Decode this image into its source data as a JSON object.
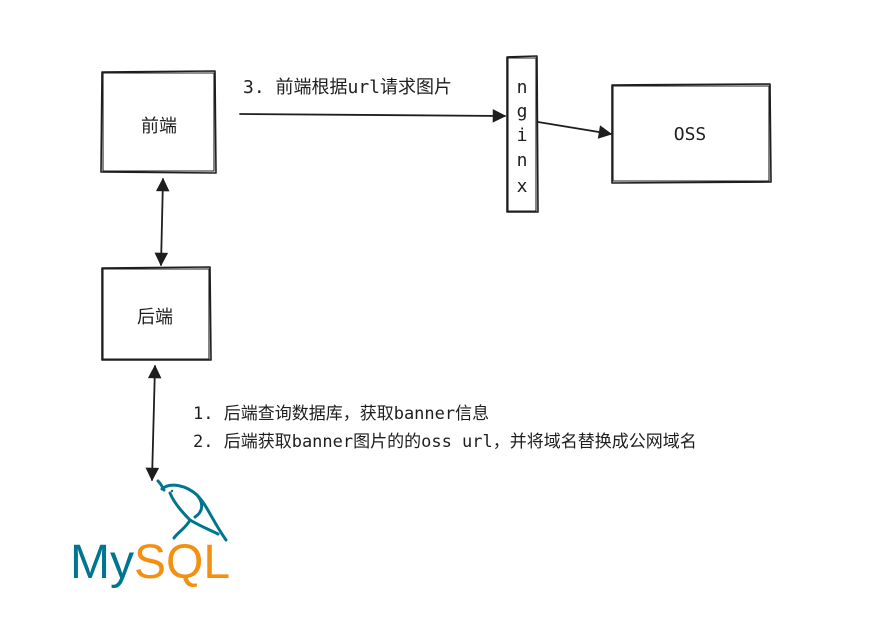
{
  "nodes": {
    "frontend": "前端",
    "backend": "后端",
    "oss": "OSS",
    "nginx": [
      "n",
      "g",
      "i",
      "n",
      "x"
    ]
  },
  "edges": {
    "frontend_to_nginx": "3. 前端根据url请求图片"
  },
  "notes": [
    "1. 后端查询数据库，获取banner信息",
    "2. 后端获取banner图片的的oss url，并将域名替换成公网域名"
  ],
  "logo": {
    "my": "My",
    "sql": "SQL",
    "colors": {
      "my": "#00758F",
      "sql": "#F29111"
    }
  },
  "colors": {
    "stroke": "#1e1e1e",
    "background": "#ffffff"
  }
}
